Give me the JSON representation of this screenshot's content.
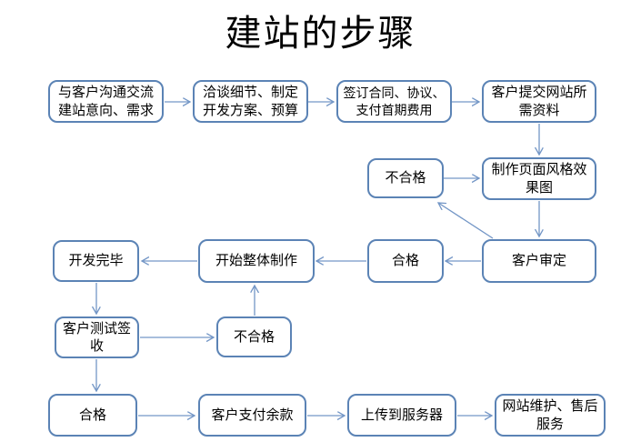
{
  "title": "建站的步骤",
  "colors": {
    "box_border": "#5B83B5",
    "arrow": "#7396C6",
    "text": "#000000",
    "background": "#FFFFFF"
  },
  "flowchart": {
    "nodes": [
      {
        "id": "communicate",
        "label": "与客户沟通交流\n建站意向、需求"
      },
      {
        "id": "negotiate-plan",
        "label": "洽谈细节、制定\n开发方案、预算"
      },
      {
        "id": "sign-contract",
        "label": "签订合同、协议、\n支付首期费用"
      },
      {
        "id": "submit-materials",
        "label": "客户提交网站所\n需资料"
      },
      {
        "id": "unqualified-mockup",
        "label": "不合格"
      },
      {
        "id": "make-mockup",
        "label": "制作页面风格效\n果图"
      },
      {
        "id": "client-review",
        "label": "客户审定"
      },
      {
        "id": "qualified-review",
        "label": "合格"
      },
      {
        "id": "start-production",
        "label": "开始整体制作"
      },
      {
        "id": "dev-complete",
        "label": "开发完毕"
      },
      {
        "id": "client-test",
        "label": "客户测试签\n收"
      },
      {
        "id": "unqualified-test",
        "label": "不合格"
      },
      {
        "id": "qualified-test",
        "label": "合格"
      },
      {
        "id": "pay-balance",
        "label": "客户支付余款"
      },
      {
        "id": "upload-server",
        "label": "上传到服务器"
      },
      {
        "id": "maintenance",
        "label": "网站维护、售后\n服务"
      }
    ],
    "edges": [
      {
        "from": "communicate",
        "to": "negotiate-plan"
      },
      {
        "from": "negotiate-plan",
        "to": "sign-contract"
      },
      {
        "from": "sign-contract",
        "to": "submit-materials"
      },
      {
        "from": "submit-materials",
        "to": "make-mockup"
      },
      {
        "from": "unqualified-mockup",
        "to": "make-mockup"
      },
      {
        "from": "make-mockup",
        "to": "client-review"
      },
      {
        "from": "client-review",
        "to": "unqualified-mockup"
      },
      {
        "from": "client-review",
        "to": "qualified-review"
      },
      {
        "from": "qualified-review",
        "to": "start-production"
      },
      {
        "from": "start-production",
        "to": "dev-complete"
      },
      {
        "from": "dev-complete",
        "to": "client-test"
      },
      {
        "from": "client-test",
        "to": "unqualified-test"
      },
      {
        "from": "unqualified-test",
        "to": "start-production"
      },
      {
        "from": "client-test",
        "to": "qualified-test"
      },
      {
        "from": "qualified-test",
        "to": "pay-balance"
      },
      {
        "from": "pay-balance",
        "to": "upload-server"
      },
      {
        "from": "upload-server",
        "to": "maintenance"
      }
    ]
  }
}
